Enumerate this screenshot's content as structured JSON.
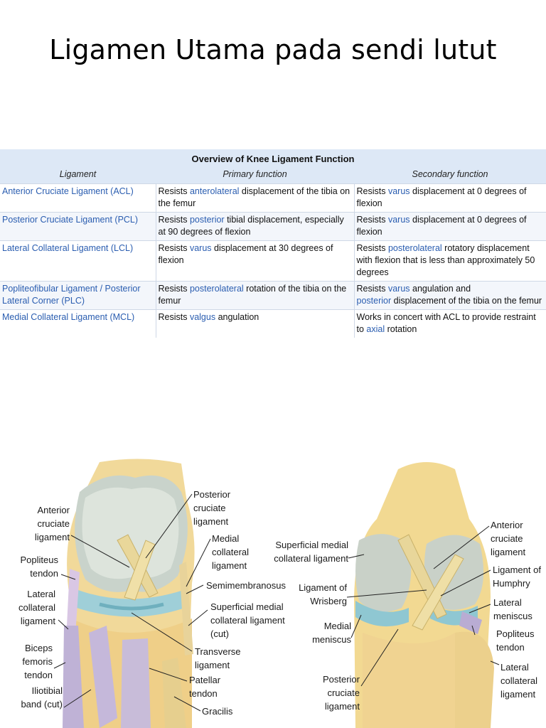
{
  "title": "Ligamen Utama pada sendi lutut",
  "table": {
    "caption": "Overview of Knee Ligament Function",
    "headers": [
      "Ligament",
      "Primary function",
      "Secondary function"
    ],
    "rows": [
      {
        "ligament": "Anterior Cruciate Ligament (ACL)",
        "primary": [
          "Resists ",
          {
            "hl": "anterolateral"
          },
          " displacement of the tibia on the femur"
        ],
        "secondary": [
          "Resists ",
          {
            "hl": "varus"
          },
          " displacement at 0 degrees of flexion"
        ]
      },
      {
        "ligament": "Posterior Cruciate Ligament (PCL)",
        "primary": [
          "Resists ",
          {
            "hl": "posterior"
          },
          " tibial displacement, especially at 90 degrees of flexion"
        ],
        "secondary": [
          "Resists ",
          {
            "hl": "varus"
          },
          " displacement at 0 degrees of flexion"
        ]
      },
      {
        "ligament": "Lateral Collateral Ligament (LCL)",
        "primary": [
          "Resists ",
          {
            "hl": "varus"
          },
          " displacement at 30 degrees of flexion"
        ],
        "secondary": [
          "Resists ",
          {
            "hl": "posterolateral"
          },
          " rotatory displacement with flexion that is less than approximately 50 degrees"
        ]
      },
      {
        "ligament": "Popliteofibular Ligament / Posterior Lateral Corner (PLC)",
        "primary": [
          "Resists ",
          {
            "hl": "posterolateral"
          },
          " rotation of the tibia on the femur"
        ],
        "secondary": [
          "Resists ",
          {
            "hl": "varus"
          },
          " angulation and ",
          {
            "br": true
          },
          {
            "hl": "posterior"
          },
          " displacement of the tibia on the femur"
        ]
      },
      {
        "ligament": "Medial Collateral Ligament (MCL)",
        "primary": [
          "Resists ",
          {
            "hl": "valgus"
          },
          " angulation"
        ],
        "secondary": [
          "Works in concert with ACL to provide restraint ",
          {
            "br": true
          },
          "to ",
          {
            "hl": "axial"
          },
          " rotation"
        ]
      }
    ]
  },
  "figure": {
    "left_labels": {
      "anterior_cruciate": [
        "Anterior",
        "cruciate",
        "ligament"
      ],
      "popliteus": [
        "Popliteus",
        "tendon"
      ],
      "lateral_collateral": [
        "Lateral",
        "collateral",
        "ligament"
      ],
      "biceps": [
        "Biceps",
        "femoris",
        "tendon"
      ],
      "iliotibial": [
        "Iliotibial",
        "band (cut)"
      ],
      "posterior_cruciate": [
        "Posterior",
        "cruciate",
        "ligament"
      ],
      "medial_collateral": [
        "Medial",
        "collateral",
        "ligament"
      ],
      "semimembranosus": [
        "Semimembranosus"
      ],
      "superficial_medial": [
        "Superficial medial",
        "collateral ligament",
        "(cut)"
      ],
      "transverse": [
        "Transverse",
        "ligament"
      ],
      "patellar": [
        "Patellar",
        "tendon"
      ],
      "gracilis": [
        "Gracilis"
      ]
    },
    "right_labels": {
      "superficial_medial": [
        "Superficial medial",
        "collateral ligament"
      ],
      "wrisberg": [
        "Ligament of",
        "Wrisberg"
      ],
      "medial_meniscus": [
        "Medial",
        "meniscus"
      ],
      "posterior_cruciate": [
        "Posterior",
        "cruciate",
        "ligament"
      ],
      "anterior_cruciate": [
        "Anterior",
        "cruciate",
        "ligament"
      ],
      "humphry": [
        "Ligament of",
        "Humphry"
      ],
      "lateral_meniscus": [
        "Lateral",
        "meniscus"
      ],
      "popliteus": [
        "Popliteus",
        "tendon"
      ],
      "lateral_collateral": [
        "Lateral",
        "collateral",
        "ligament"
      ]
    }
  }
}
